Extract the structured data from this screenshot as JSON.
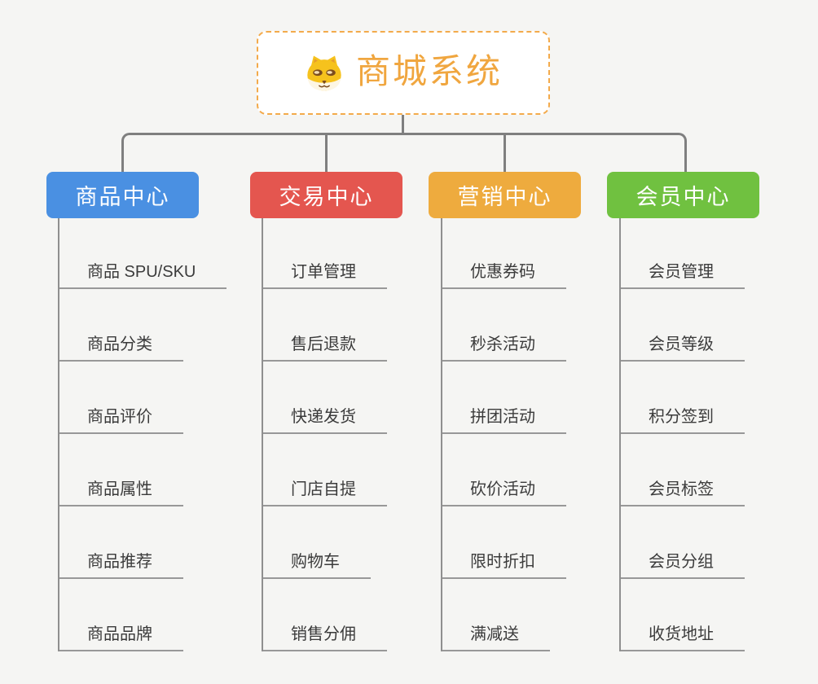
{
  "root": {
    "title": "商城系统",
    "icon": "doge-icon"
  },
  "branches": [
    {
      "label": "商品中心",
      "color": "#4a90e2",
      "children": [
        "商品 SPU/SKU",
        "商品分类",
        "商品评价",
        "商品属性",
        "商品推荐",
        "商品品牌"
      ]
    },
    {
      "label": "交易中心",
      "color": "#e4564f",
      "children": [
        "订单管理",
        "售后退款",
        "快递发货",
        "门店自提",
        "购物车",
        "销售分佣"
      ]
    },
    {
      "label": "营销中心",
      "color": "#eeab3e",
      "children": [
        "优惠券码",
        "秒杀活动",
        "拼团活动",
        "砍价活动",
        "限时折扣",
        "满减送"
      ]
    },
    {
      "label": "会员中心",
      "color": "#70c140",
      "children": [
        "会员管理",
        "会员等级",
        "积分签到",
        "会员标签",
        "会员分组",
        "收货地址"
      ]
    }
  ],
  "colors": {
    "background": "#f5f5f3",
    "connector": "#7f7f7f",
    "root_accent": "#f0a63f",
    "child_text": "#3b3b3b"
  }
}
